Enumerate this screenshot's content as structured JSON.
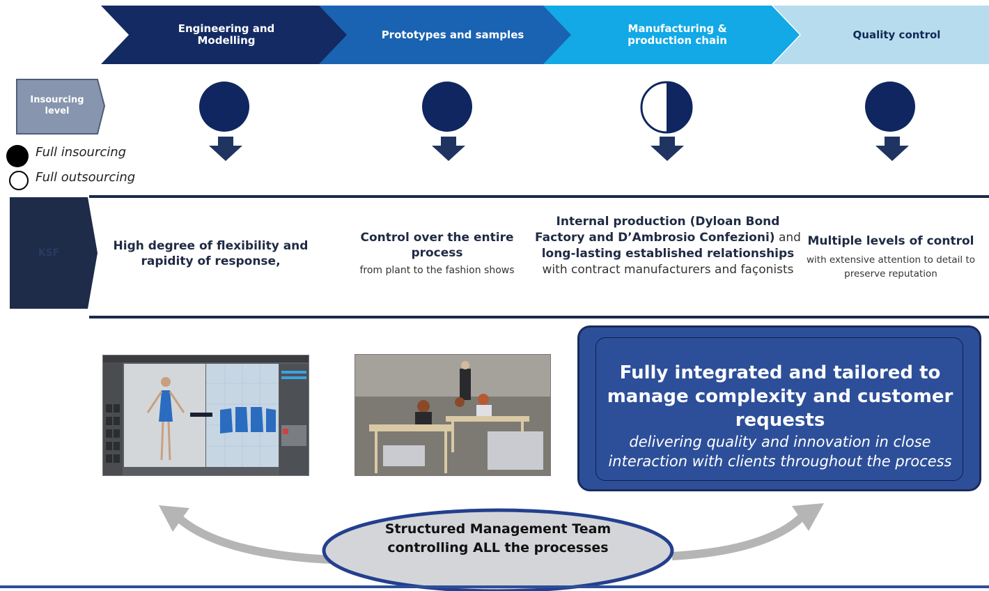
{
  "chevrons": [
    {
      "label": "Engineering and Modelling",
      "color": "#142a63",
      "text_color": "#ffffff"
    },
    {
      "label": "Prototypes and samples",
      "color": "#1a63b2",
      "text_color": "#ffffff"
    },
    {
      "label": "Manufacturing & production chain",
      "color": "#12a9e6",
      "text_color": "#ffffff"
    },
    {
      "label": "Quality control",
      "color": "#b7dcee",
      "text_color": "#0f2a55"
    }
  ],
  "insourcing": {
    "label": "Insourcing level",
    "levels": [
      1.0,
      1.0,
      0.5,
      1.0
    ]
  },
  "legend": {
    "full_insourcing": "Full insourcing",
    "full_outsourcing": "Full outsourcing"
  },
  "ksf": {
    "label": "KSF",
    "col1": {
      "title": "High degree of flexibility and rapidity of response,"
    },
    "col2": {
      "title": "Control over the entire process",
      "sub": "from plant to the fashion shows"
    },
    "col3": {
      "b1": "Internal production (Dyloan Bond Factory and D’Ambrosio Confezioni)",
      "t1": " and ",
      "b2": "long-lasting established relationships",
      "t2": " with contract manufacturers and façonists"
    },
    "col4": {
      "title": "Multiple levels of control",
      "sub": "with extensive attention to detail to preserve reputation"
    }
  },
  "box": {
    "title": "Fully integrated and tailored to manage complexity and customer requests",
    "subtitle": "delivering quality and innovation in close interaction with clients throughout the process"
  },
  "management": {
    "label": "Structured Management Team controlling ALL the processes"
  },
  "colors": {
    "navy": "#0f2660",
    "dark_bar": "#1a2a4a",
    "box_fill": "#2d4f99",
    "grey_tag": "#8795ae"
  }
}
